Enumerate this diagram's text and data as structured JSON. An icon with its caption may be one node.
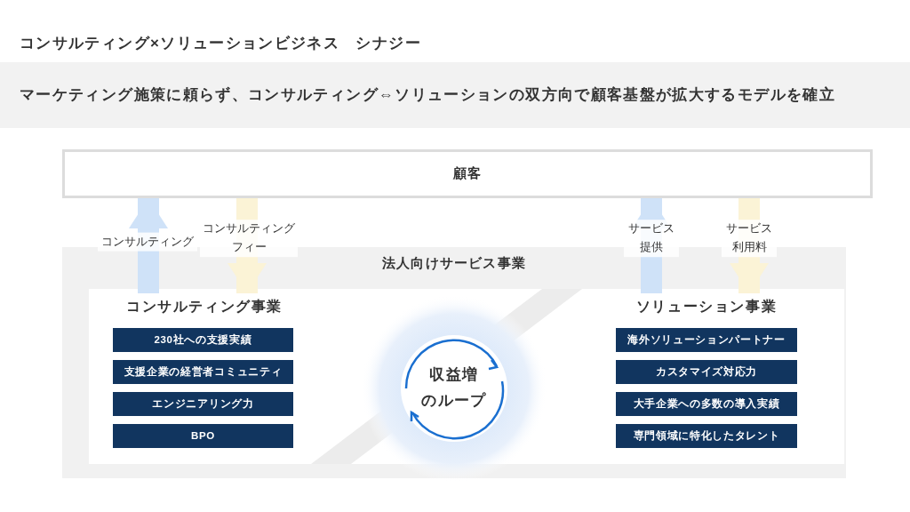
{
  "diagram": {
    "title": "コンサルティング×ソリューションビジネス　シナジー",
    "nodes": [
      {
        "text": [
          "マーケティング施策に頼らず、コンサルティング⇔ソリューションの双方向で顧客基盤が拡大するモデルを確立"
        ]
      },
      {
        "text": [
          "顧客"
        ]
      },
      {
        "text": [
          "法人向けサービス事業"
        ]
      },
      {
        "text": [
          "コンサルティング事業"
        ],
        "in": 2
      },
      {
        "text": [
          "230社への支援実績"
        ],
        "in": 3
      },
      {
        "text": [
          "支援企業の経営者コミュニティ"
        ],
        "in": 3
      },
      {
        "text": [
          "エンジニアリング力"
        ],
        "in": 3
      },
      {
        "text": [
          "BPO"
        ],
        "in": 3
      },
      {
        "text": [
          "収益増のループ"
        ],
        "in": 2
      },
      {
        "text": [
          "ソリューション事業"
        ],
        "in": 2
      },
      {
        "text": [
          "海外ソリューションパートナー"
        ],
        "in": 9
      },
      {
        "text": [
          "カスタマイズ対応力"
        ],
        "in": 9
      },
      {
        "text": [
          "大手企業への多数の導入実績"
        ],
        "in": 9
      },
      {
        "text": [
          "専門領域に特化したタレント"
        ],
        "in": 9
      }
    ],
    "edges": [
      {
        "from": 3,
        "to": 1,
        "arrow": "to",
        "label": "コンサルティング",
        "color": "#cfe2f8"
      },
      {
        "from": 1,
        "to": 3,
        "arrow": "to",
        "label": "コンサルティングフィー",
        "color": "#fbf3d6"
      },
      {
        "from": 9,
        "to": 1,
        "arrow": "to",
        "label": "サービス提供",
        "color": "#cfe2f8"
      },
      {
        "from": 1,
        "to": 9,
        "arrow": "to",
        "label": "サービス利用料",
        "color": "#fbf3d6"
      }
    ]
  }
}
